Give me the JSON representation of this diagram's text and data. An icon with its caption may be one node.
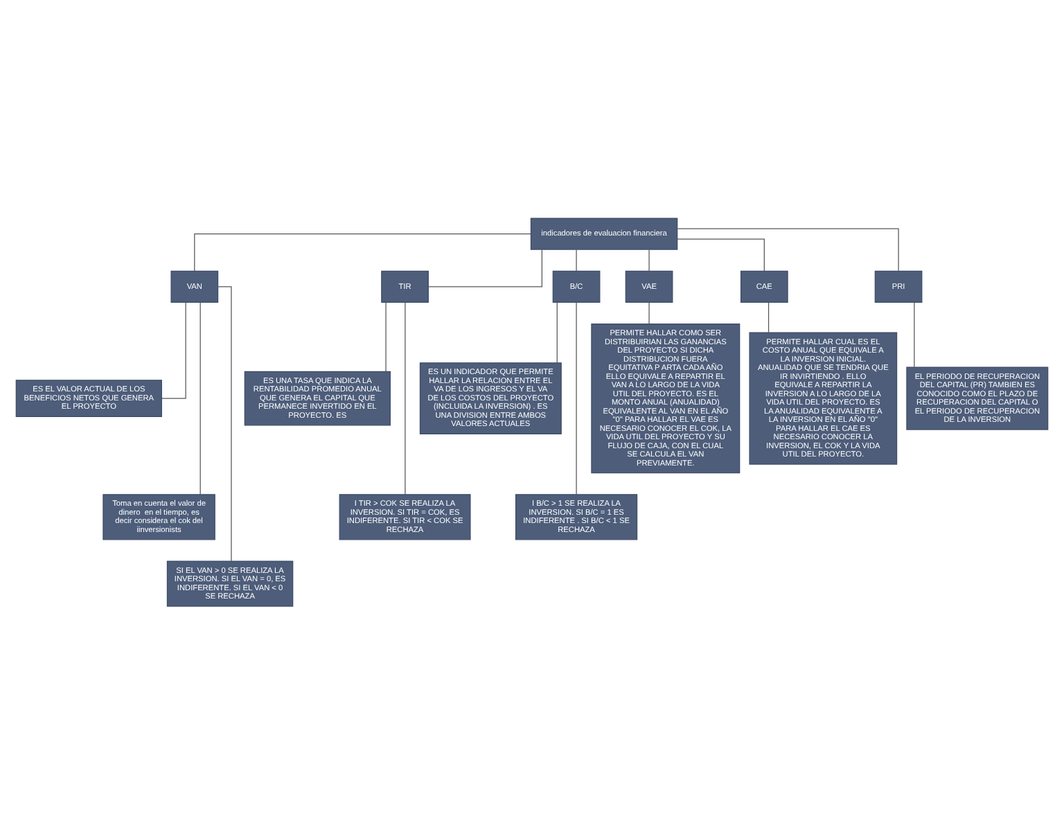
{
  "diagram": {
    "nodes": [
      {
        "text": [
          "indicadores de evaluacion financiera"
        ]
      },
      {
        "text": [
          "VAN"
        ]
      },
      {
        "text": [
          "TIR"
        ]
      },
      {
        "text": [
          "B/C"
        ]
      },
      {
        "text": [
          "VAE"
        ]
      },
      {
        "text": [
          "CAE"
        ]
      },
      {
        "text": [
          "PRI"
        ]
      },
      {
        "text": [
          "ES EL VALOR ACTUAL DE LOS BENEFICIOS NETOS QUE GENERA EL PROYECTO"
        ]
      },
      {
        "text": [
          "Toma en cuenta el valor de dinero  en el tiempo, es decir considera el cok del iinversionists"
        ]
      },
      {
        "text": [
          "SI EL VAN > 0 SE REALIZA LA INVERSION. SI EL VAN = 0, ES INDIFERENTE. SI EL VAN < 0 SE RECHAZA"
        ]
      },
      {
        "text": [
          "ES UNA TASA QUE INDICA LA RENTABILIDAD PROMEDIO ANUAL QUE GENERA EL CAPITAL QUE PERMANECE INVERTIDO EN EL PROYECTO. ES"
        ]
      },
      {
        "text": [
          "I TIR > COK SE REALIZA LA INVERSION. SI TIR = COK, ES INDIFERENTE. SI TIR < COK SE RECHAZA"
        ]
      },
      {
        "text": [
          "ES UN INDICADOR QUE PERMITE HALLAR LA RELACION ENTRE EL VA DE LOS INGRESOS Y EL VA DE LOS COSTOS DEL PROYECTO (INCLUIDA LA INVERSION) . ES UNA DIVISION ENTRE AMBOS VALORES ACTUALES"
        ]
      },
      {
        "text": [
          "I B/C > 1 SE REALIZA LA INVERSION. SI B/C = 1 ES INDIFERENTE . SI B/C < 1 SE  RECHAZA"
        ]
      },
      {
        "text": [
          "PERMITE HALLAR COMO SER DISTRIBUIRIAN LAS GANANCIAS DEL PROYECTO SI DICHA DISTRIBUCION FUERA EQUITATIVA P ARTA CADA AÑO ELLO EQUIVALE A REPARTIR EL VAN A LO LARGO DE LA VIDA UTIL DEL PROYECTO. ES EL MONTO ANUAL (ANUALIDAD) EQUIVALENTE AL VAN EN EL AÑO \"0\" PARA HALLAR EL VAE ES NECESARIO CONOCER EL COK, LA VIDA UTIL DEL PROYECTO Y SU FLUJO DE CAJA, CON EL CUAL SE CALCULA EL VAN PREVIAMENTE."
        ]
      },
      {
        "text": [
          "PERMITE HALLAR CUAL ES EL COSTO ANUAL QUE EQUIVALE A LA INVERSION INICIAL. ANUALIDAD QUE SE TENDRIA QUE IR INVIRTIENDO . ELLO EQUIVALE A REPARTIR LA INVERSION A LO LARGO DE LA VIDA UTIL DEL PROYECTO. ES LA ANUALIDAD EQUIVALENTE A LA INVERSION EN EL AÑO \"0\" PARA HALLAR EL CAE ES NECESARIO CONOCER LA INVERSION, EL COK Y LA VIDA UTIL DEL PROYECTO."
        ]
      },
      {
        "text": [
          "EL PERIODO DE RECUPERACION DEL CAPITAL (PR) TAMBIEN ES CONOCIDO COMO EL PLAZO DE RECUPERACION DEL CAPITAL O EL PERIODO DE RECUPERACION DE LA INVERSION"
        ]
      }
    ],
    "edges": [
      {
        "from": 0,
        "to": 1,
        "arrow": "none"
      },
      {
        "from": 0,
        "to": 2,
        "arrow": "none"
      },
      {
        "from": 0,
        "to": 3,
        "arrow": "none"
      },
      {
        "from": 0,
        "to": 4,
        "arrow": "none"
      },
      {
        "from": 0,
        "to": 5,
        "arrow": "none"
      },
      {
        "from": 0,
        "to": 6,
        "arrow": "none"
      },
      {
        "from": 1,
        "to": 7,
        "arrow": "none"
      },
      {
        "from": 1,
        "to": 8,
        "arrow": "none"
      },
      {
        "from": 1,
        "to": 9,
        "arrow": "none"
      },
      {
        "from": 2,
        "to": 10,
        "arrow": "none"
      },
      {
        "from": 2,
        "to": 11,
        "arrow": "none"
      },
      {
        "from": 3,
        "to": 12,
        "arrow": "none"
      },
      {
        "from": 3,
        "to": 13,
        "arrow": "none"
      },
      {
        "from": 4,
        "to": 14,
        "arrow": "none"
      },
      {
        "from": 5,
        "to": 15,
        "arrow": "none"
      },
      {
        "from": 6,
        "to": 16,
        "arrow": "none"
      }
    ]
  }
}
